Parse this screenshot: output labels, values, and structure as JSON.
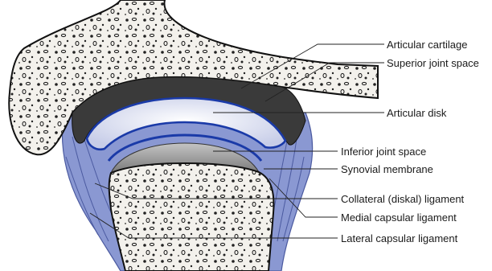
{
  "labels": [
    "Articular cartilage",
    "Superior joint space",
    "Articular disk",
    "Inferior joint space",
    "Synovial membrane",
    "Collateral (diskal) ligament",
    "Medial capsular ligament",
    "Lateral capsular ligament"
  ],
  "colors": {
    "bone_fill": "#f3f1ec",
    "bone_outline": "#111111",
    "capsule_blue": "#7f8fcc",
    "capsule_dark": "#5a69ad",
    "joint_space": "#3c3c3c",
    "disk_light": "#e8eaf6",
    "disk_edge": "#1a3aa8",
    "lower_space": "#9a9a9a"
  }
}
